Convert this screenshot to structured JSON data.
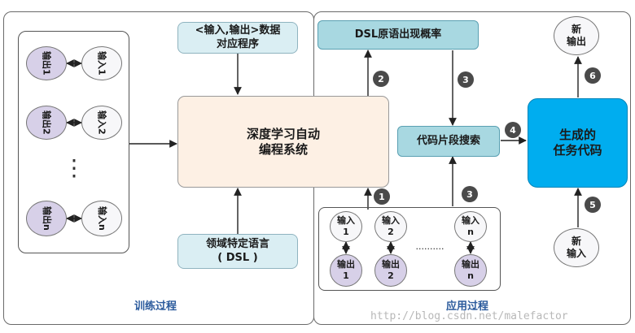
{
  "training_label": "训练过程",
  "application_label": "应用过程",
  "io_data": "<输入,输出>数据\n对应程序",
  "dsl_probability": "DSL原语出现概率",
  "deep_learning_system": "深度学习自动\n编程系统",
  "domain_language": "领域特定语言\n( DSL )",
  "code_search": "代码片段搜索",
  "task_code": "生成的\n任务代码",
  "new_output": "新\n输出",
  "new_input": "新\n输入",
  "training_pairs": [
    {
      "input": "输入1",
      "output": "输出1"
    },
    {
      "input": "输入2",
      "output": "输出2"
    },
    {
      "input": "输入n",
      "output": "输出n"
    }
  ],
  "ellipsis": "⋮",
  "application_pairs": [
    {
      "input": "输入\n1",
      "output": "输出\n1"
    },
    {
      "input": "输入\n2",
      "output": "输出\n2"
    },
    {
      "input": "输入\nn",
      "output": "输出\nn"
    }
  ],
  "app_ellipsis": "..........",
  "step_badges": [
    "1",
    "2",
    "3",
    "3",
    "4",
    "5",
    "6"
  ],
  "watermark": "http://blog.csdn.net/malefactor"
}
